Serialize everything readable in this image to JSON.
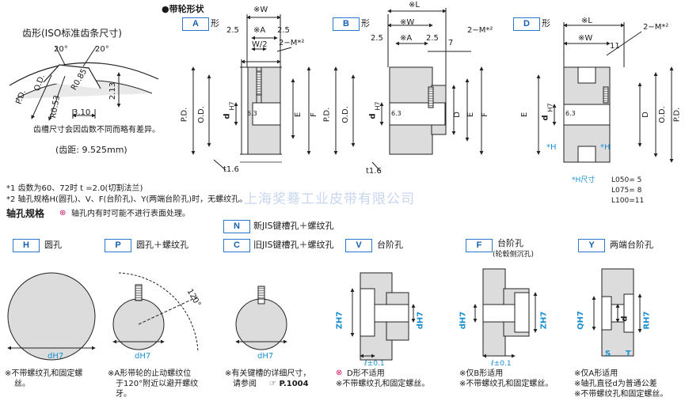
{
  "tooth_profile": {
    "title": "齿形(ISO标准齿条尺寸)",
    "angle_left": "20°",
    "angle_right": "20°",
    "dim_od": "O.D.",
    "dim_pd": "P.D.",
    "dim_r085": "R0.85",
    "dim_r053": "R0.53",
    "dim_213": "2.13",
    "dim_310": "3.10",
    "note": "齿槽尺寸会因齿数不同而略有差异。",
    "pitch": "(齿距: 9.525mm)"
  },
  "pulley_shapes": {
    "heading": "●带轮形状",
    "xing": "形",
    "A": {
      "label": "A",
      "w": "※W",
      "a": "※A",
      "w2": "W/2",
      "d25a": "2.5",
      "d25b": "2.5",
      "m": "2−M*²",
      "pd": "P.D.",
      "od": "O.D.",
      "e": "E",
      "f": "F",
      "d": "d",
      "h7": "H7",
      "c63": "6.3",
      "t16": "t1.6"
    },
    "B": {
      "label": "B",
      "l": "※L",
      "w": "※W",
      "a": "※A",
      "d25a": "2.5",
      "d25b": "2.5",
      "d7": "7",
      "m": "2−M*²",
      "pd": "P.D.",
      "od": "O.D.",
      "dd": "D",
      "e": "E",
      "f": "F",
      "d": "d",
      "h7": "H7",
      "c63": "6.3",
      "t16": "t1.6"
    },
    "D": {
      "label": "D",
      "l": "※L",
      "w": "※W",
      "d11": "11",
      "m": "2−M*²",
      "e": "E",
      "d": "d",
      "h7": "H7",
      "c63": "6.3",
      "dd": "D",
      "od": "O.D.",
      "pd": "P.D.",
      "h_left": "*H",
      "h_right": "*H"
    }
  },
  "h_sizes": {
    "title": "*H尺寸",
    "rows": [
      "L050=  5",
      "L075=  8",
      "L100=11"
    ]
  },
  "notes": {
    "n1": "*1 齿数为60、72时 t =2.0(切割法兰)",
    "n2": "*2 轴孔规格H(圆孔)、V、F(台阶孔)、Y(两端台阶孔)时，无螺纹孔。"
  },
  "watermark": "上海奖蓦工业皮带有限公司",
  "shaft": {
    "title": "轴孔规格",
    "caution": "轴孔内有时可能不进行表面处理。",
    "types": {
      "H": {
        "code": "H",
        "name": "圆孔",
        "dh7": "dH7",
        "note1": "※不带螺纹孔和固定螺",
        "note2": "丝。"
      },
      "P": {
        "code": "P",
        "name": "圆孔＋螺纹孔",
        "angle": "120°",
        "dh7": "dH7",
        "note1": "※A形带轮的止动螺纹位",
        "note2": "于120°附近以避开螺纹",
        "note3": "牙。"
      },
      "N": {
        "code": "N",
        "name": "新JIS键槽孔＋螺纹孔"
      },
      "C": {
        "code": "C",
        "name": "旧JIS键槽孔＋螺纹孔",
        "dh7": "dH7",
        "note1": "※有关键槽的详细尺寸，",
        "note2": "请参阅",
        "ref": "P.1004"
      },
      "V": {
        "code": "V",
        "name": "台阶孔",
        "zh7": "ZH7",
        "dh7": "dH7",
        "l01": "ℓ±0.1",
        "note1": "D形不适用",
        "note2": "※不带螺纹孔和固定螺丝。"
      },
      "F": {
        "code": "F",
        "name": "台阶孔",
        "sub": "(轮毂侧沉孔)",
        "dh7": "dH7",
        "zh7": "ZH7",
        "l01": "ℓ±0.1",
        "note1": "※仅B形适用",
        "note2": "※不带螺纹孔和固定螺丝。"
      },
      "Y": {
        "code": "Y",
        "name": "两端台阶孔",
        "qh7": "QH7",
        "d": "d",
        "rh7": "RH7",
        "s": "S",
        "t": "T",
        "note1": "※仅A形适用",
        "note2": "※轴孔直径d为普通公差",
        "note3": "※不带螺纹孔和固定螺丝。"
      }
    }
  },
  "colors": {
    "accent": "#1560b0",
    "cyan": "#1a8fd0",
    "pink": "#d0186a",
    "fill": "#dcdcdc",
    "line": "#222222"
  }
}
